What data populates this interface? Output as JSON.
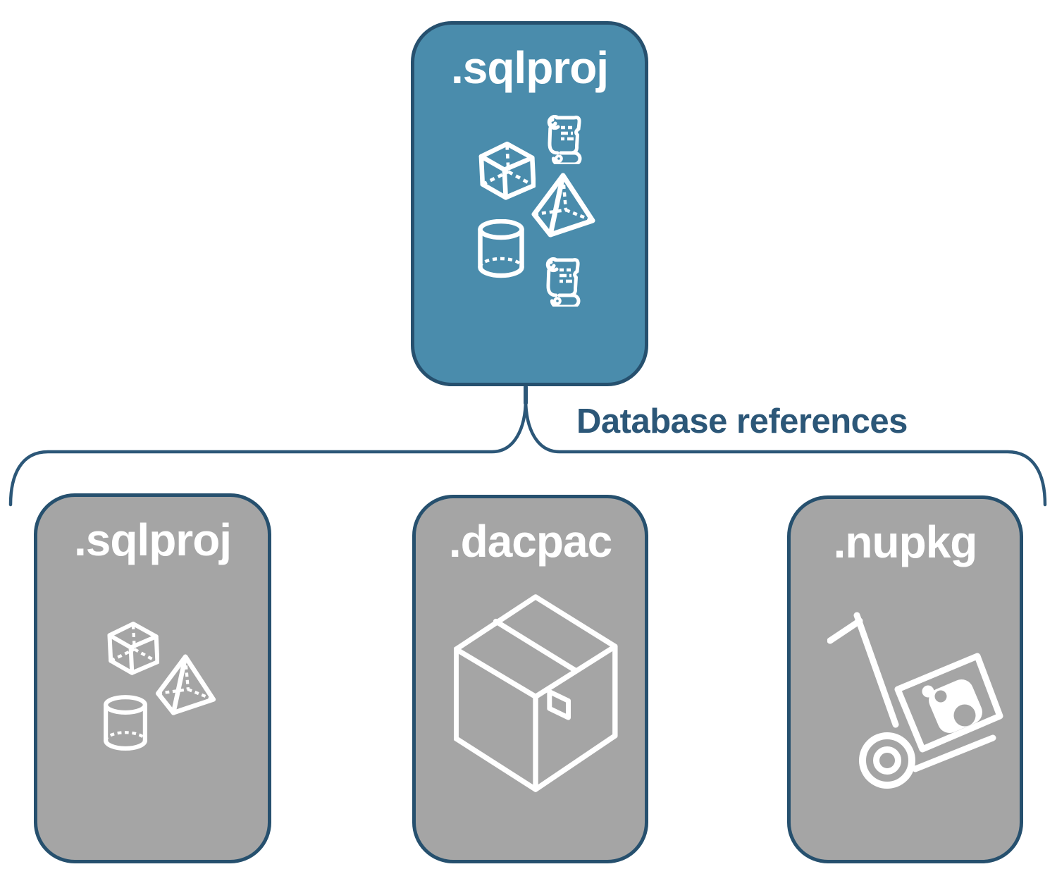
{
  "diagram": {
    "parent": {
      "label": ".sqlproj"
    },
    "connector_label": "Database references",
    "children": [
      {
        "label": ".sqlproj"
      },
      {
        "label": ".dacpac"
      },
      {
        "label": ".nupkg"
      }
    ],
    "colors": {
      "parent_fill": "#4a8cac",
      "child_fill": "#a5a5a5",
      "node_border": "#26506e",
      "connector": "#2c5778",
      "icon_stroke": "#ffffff"
    },
    "icons": {
      "parent": [
        "scroll-icon",
        "cube-icon",
        "pyramid-icon",
        "cylinder-icon",
        "scroll-icon"
      ],
      "child_sqlproj": [
        "cube-icon",
        "pyramid-icon",
        "cylinder-icon"
      ],
      "child_dacpac": [
        "package-box-icon"
      ],
      "child_nupkg": [
        "handtruck-package-icon"
      ]
    }
  }
}
